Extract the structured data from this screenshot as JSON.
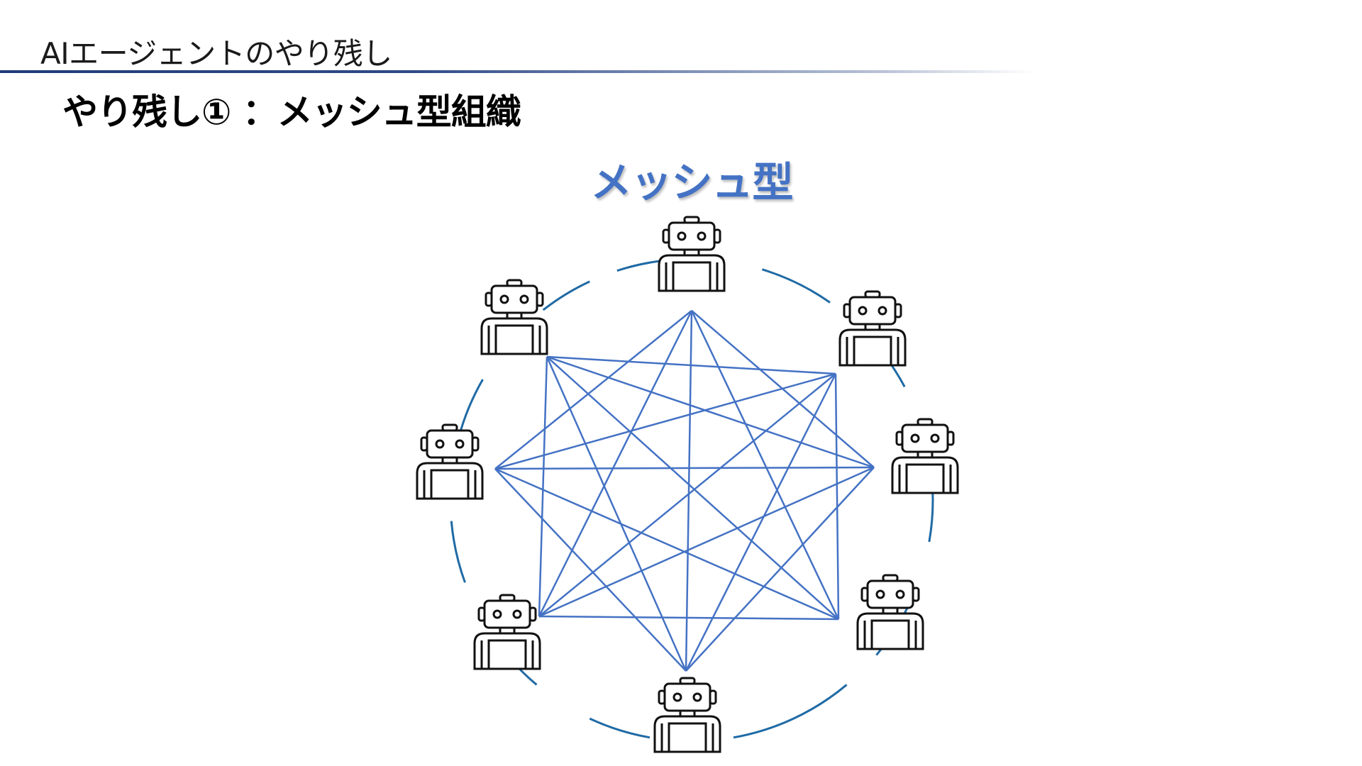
{
  "header": {
    "section_title": "AIエージェントのやり残し"
  },
  "slide": {
    "title": "やり残し① ：メッシュ型組織"
  },
  "diagram": {
    "title": "メッシュ型",
    "nodes": [
      {
        "id": "agent-top",
        "icon": "robot-icon"
      },
      {
        "id": "agent-upper-right",
        "icon": "robot-icon"
      },
      {
        "id": "agent-right",
        "icon": "robot-icon"
      },
      {
        "id": "agent-lower-right",
        "icon": "robot-icon"
      },
      {
        "id": "agent-bottom",
        "icon": "robot-icon"
      },
      {
        "id": "agent-lower-left",
        "icon": "robot-icon"
      },
      {
        "id": "agent-left",
        "icon": "robot-icon"
      },
      {
        "id": "agent-upper-left",
        "icon": "robot-icon"
      }
    ],
    "edges": [
      [
        "agent-top",
        "agent-lower-right"
      ],
      [
        "agent-top",
        "agent-bottom"
      ],
      [
        "agent-top",
        "agent-lower-left"
      ],
      [
        "agent-top",
        "agent-left"
      ],
      [
        "agent-top",
        "agent-right"
      ],
      [
        "agent-upper-right",
        "agent-upper-left"
      ],
      [
        "agent-upper-right",
        "agent-left"
      ],
      [
        "agent-upper-right",
        "agent-lower-left"
      ],
      [
        "agent-upper-right",
        "agent-bottom"
      ],
      [
        "agent-upper-right",
        "agent-lower-right"
      ],
      [
        "agent-right",
        "agent-left"
      ],
      [
        "agent-right",
        "agent-upper-left"
      ],
      [
        "agent-right",
        "agent-lower-left"
      ],
      [
        "agent-right",
        "agent-bottom"
      ],
      [
        "agent-lower-right",
        "agent-lower-left"
      ],
      [
        "agent-lower-right",
        "agent-upper-left"
      ],
      [
        "agent-bottom",
        "agent-upper-left"
      ],
      [
        "agent-bottom",
        "agent-left"
      ],
      [
        "agent-lower-left",
        "agent-upper-left"
      ],
      [
        "agent-left",
        "agent-lower-right"
      ]
    ],
    "colors": {
      "edge": "#4472c4",
      "ring": "#1f6aa5",
      "robot": "#111111",
      "title": "#4472c4"
    }
  }
}
